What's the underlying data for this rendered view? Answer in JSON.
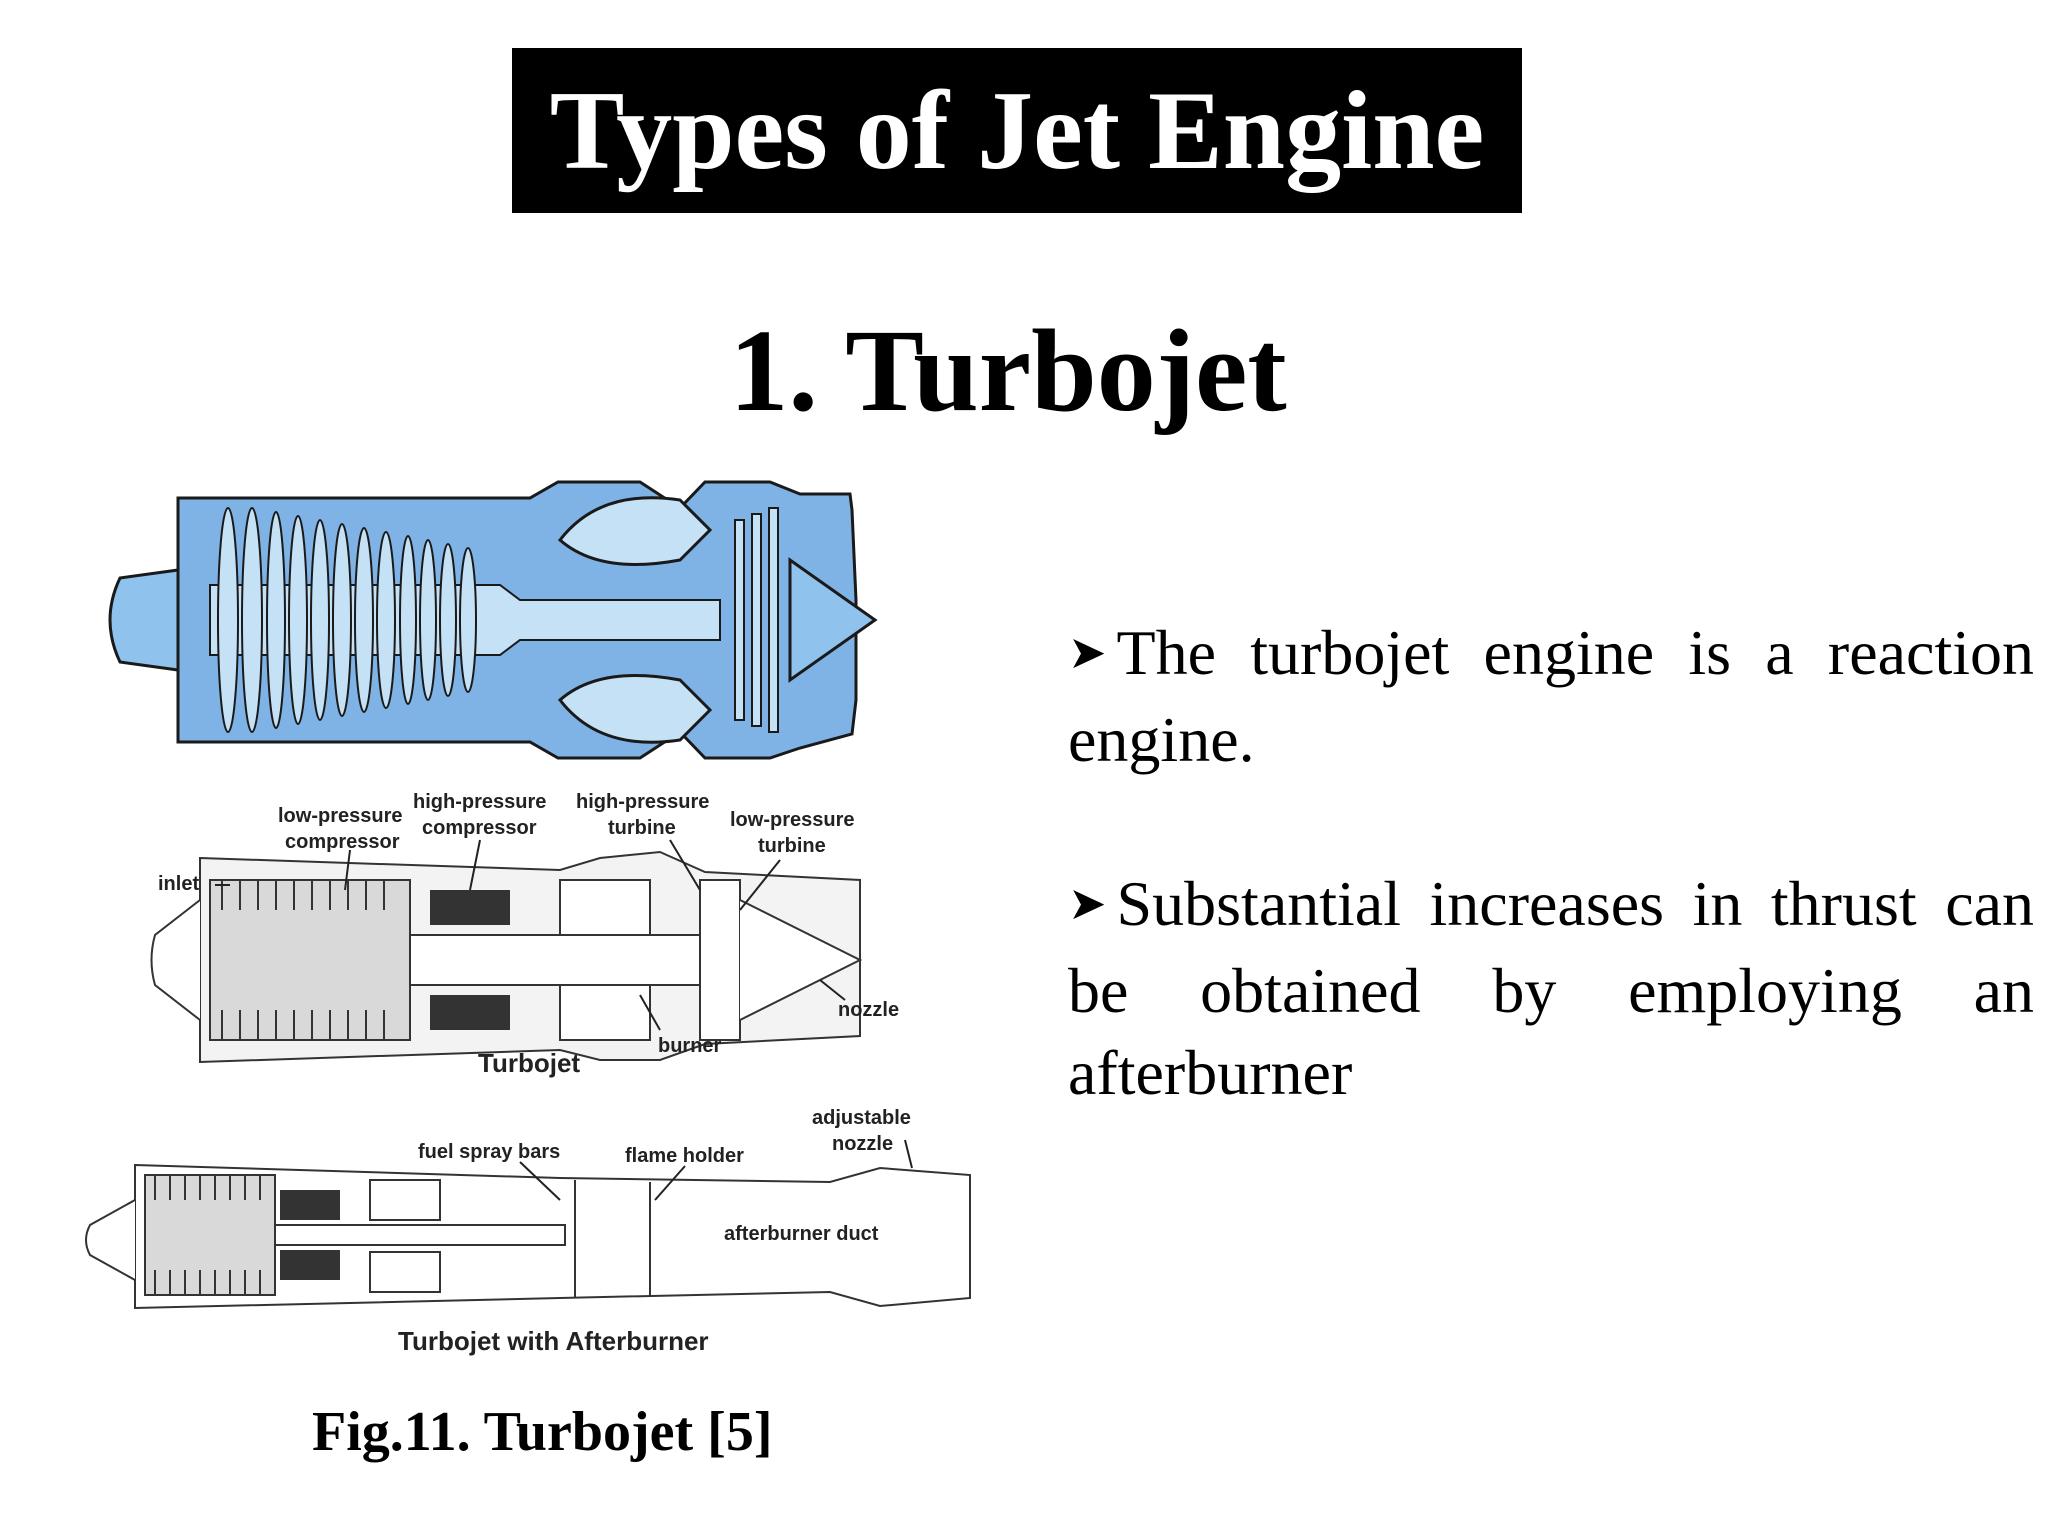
{
  "slide": {
    "title": "Types of Jet Engine",
    "subtitle": "1. Turbojet",
    "bullets": [
      "The turbojet engine is a reaction engine.",
      "Substantial increases in thrust can be obtained by employing an afterburner"
    ],
    "figure_caption": "Fig.11. Turbojet [5]"
  },
  "diagram": {
    "labels": {
      "low_pressure_compressor_1": "low-pressure",
      "low_pressure_compressor_2": "compressor",
      "high_pressure_compressor_1": "high-pressure",
      "high_pressure_compressor_2": "compressor",
      "high_pressure_turbine_1": "high-pressure",
      "high_pressure_turbine_2": "turbine",
      "low_pressure_turbine_1": "low-pressure",
      "low_pressure_turbine_2": "turbine",
      "inlet": "inlet",
      "nozzle": "nozzle",
      "burner": "burner",
      "turbojet_caption": "Turbojet",
      "adjustable_nozzle_1": "adjustable",
      "adjustable_nozzle_2": "nozzle",
      "fuel_spray_bars": "fuel spray bars",
      "flame_holder": "flame holder",
      "afterburner_duct": "afterburner duct",
      "afterburner_caption": "Turbojet with Afterburner"
    }
  },
  "colors": {
    "engine_blue": "#7fb3e6",
    "engine_light_blue": "#c4e1f5",
    "title_bg": "#000000"
  }
}
